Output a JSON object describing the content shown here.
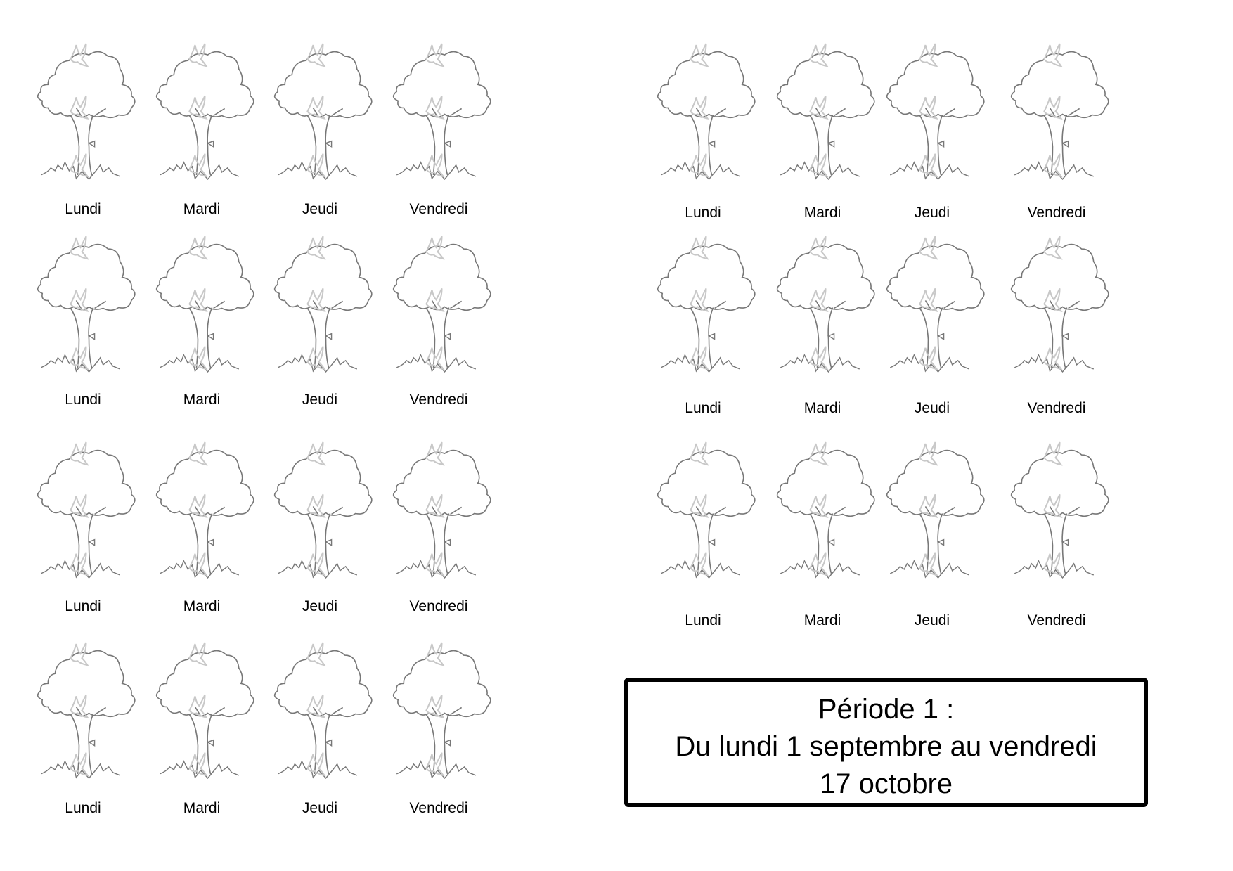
{
  "left_rows": [
    [
      "Lundi",
      "Mardi",
      "Jeudi",
      "Vendredi"
    ],
    [
      "Lundi",
      "Mardi",
      "Jeudi",
      "Vendredi"
    ],
    [
      "Lundi",
      "Mardi",
      "Jeudi",
      "Vendredi"
    ],
    [
      "Lundi",
      "Mardi",
      "Jeudi",
      "Vendredi"
    ]
  ],
  "right_rows": [
    [
      "Lundi",
      "Mardi",
      "Jeudi",
      "Vendredi"
    ],
    [
      "Lundi",
      "Mardi",
      "Jeudi",
      "Vendredi"
    ],
    [
      "Lundi",
      "Mardi",
      "Jeudi",
      "Vendredi"
    ]
  ],
  "period": {
    "line1": "Période 1 :",
    "line2": "Du lundi 1 septembre au vendredi",
    "line3": "17 octobre"
  }
}
